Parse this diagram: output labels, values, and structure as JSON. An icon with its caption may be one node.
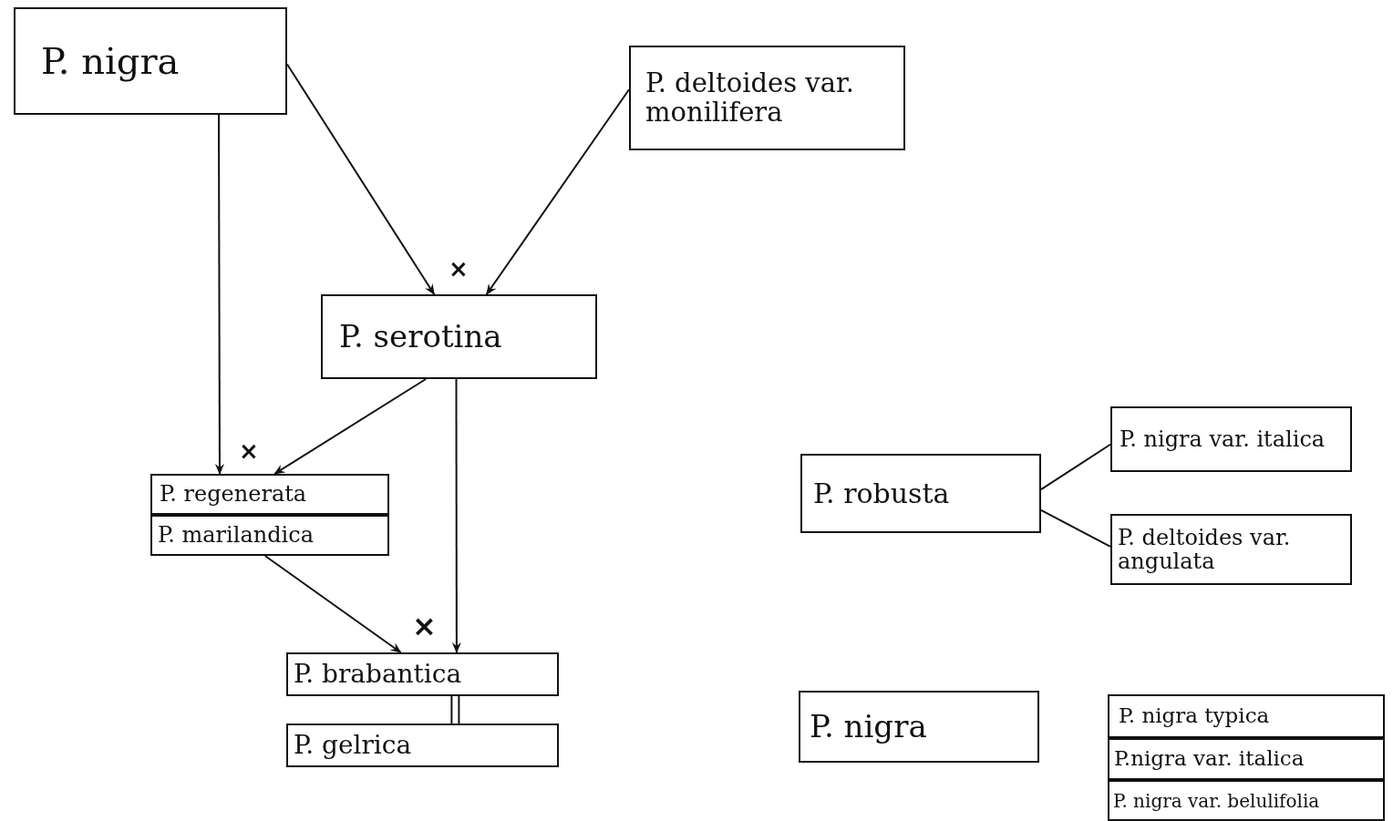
{
  "diagram": {
    "nodes": [
      {
        "text": [
          "P. nigra"
        ]
      },
      {
        "text": [
          "P. deltoides var. monilifera"
        ]
      },
      {
        "text": [
          "P. serotina"
        ]
      },
      {
        "text": [
          "P. regenerata"
        ]
      },
      {
        "text": [
          "P. marilandica"
        ]
      },
      {
        "text": [
          "P. brabantica"
        ]
      },
      {
        "text": [
          "P. gelrica"
        ]
      },
      {
        "text": [
          "P. robusta"
        ]
      },
      {
        "text": [
          "P. nigra var. italica"
        ]
      },
      {
        "text": [
          "P. deltoides var. angulata"
        ]
      },
      {
        "text": [
          "P. nigra"
        ]
      },
      {
        "text": [
          "P. nigra typica"
        ]
      },
      {
        "text": [
          "P.nigra var. italica"
        ]
      },
      {
        "text": [
          "P. nigra var. belulifolia"
        ]
      }
    ],
    "edges": [
      {
        "from": 0,
        "to": 2,
        "arrow": "to"
      },
      {
        "from": 1,
        "to": 2,
        "arrow": "to"
      },
      {
        "from": 0,
        "to": 3,
        "arrow": "to"
      },
      {
        "from": 2,
        "to": 3,
        "arrow": "to"
      },
      {
        "from": 4,
        "to": 5,
        "arrow": "to"
      },
      {
        "from": 2,
        "to": 5,
        "arrow": "to"
      },
      {
        "from": 5,
        "to": 6,
        "arrow": "none"
      },
      {
        "from": 7,
        "to": 8,
        "arrow": "none"
      },
      {
        "from": 7,
        "to": 9,
        "arrow": "none"
      }
    ],
    "labels": [
      "×",
      "×",
      "×"
    ]
  }
}
